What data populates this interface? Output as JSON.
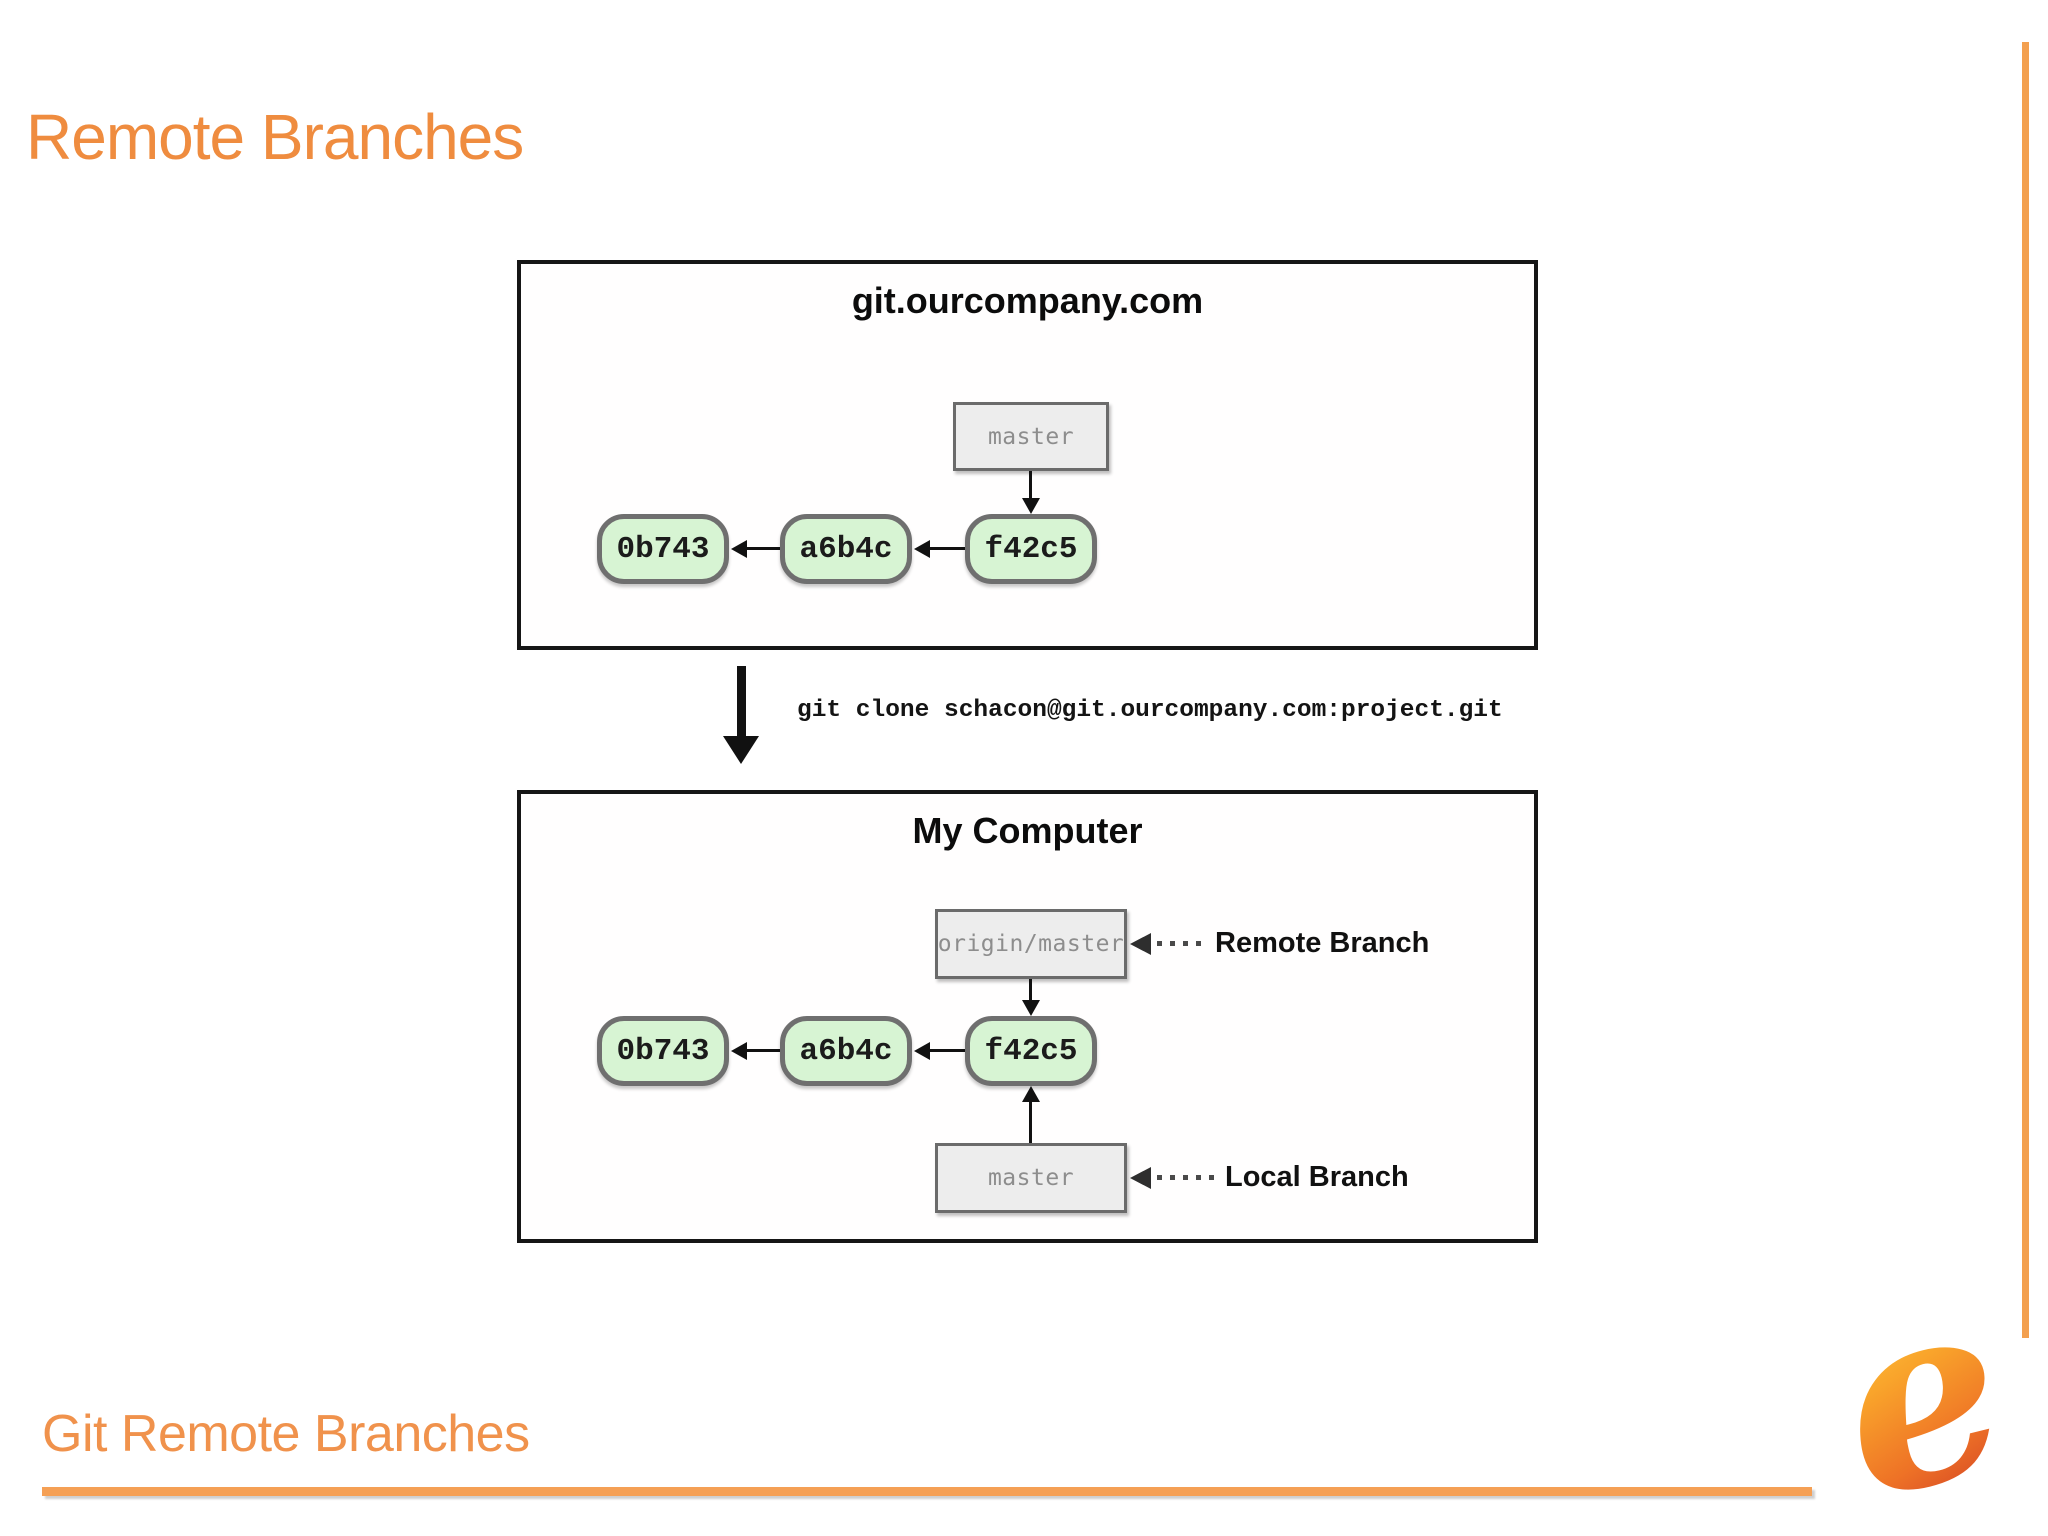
{
  "slide": {
    "title": "Remote Branches",
    "footer_title": "Git Remote Branches",
    "logo_glyph": "e"
  },
  "colors": {
    "title_orange": "#EF8C3F",
    "footer_orange": "#F0924C",
    "rule_orange": "#F5A055",
    "commit_fill": "#D7F4D3",
    "commit_border": "#6F6F6F",
    "branch_fill": "#EDEDED",
    "branch_border": "#6B6B6B",
    "branch_text": "#8D8D8D"
  },
  "diagram": {
    "clone_command": "git clone schacon@git.ourcompany.com:project.git",
    "remote_repo": {
      "title": "git.ourcompany.com",
      "branch_label": "master",
      "commits": [
        "0b743",
        "a6b4c",
        "f42c5"
      ]
    },
    "local_repo": {
      "title": "My Computer",
      "remote_branch_label": "origin/master",
      "local_branch_label": "master",
      "remote_annotation": "Remote Branch",
      "local_annotation": "Local Branch",
      "commits": [
        "0b743",
        "a6b4c",
        "f42c5"
      ]
    }
  }
}
